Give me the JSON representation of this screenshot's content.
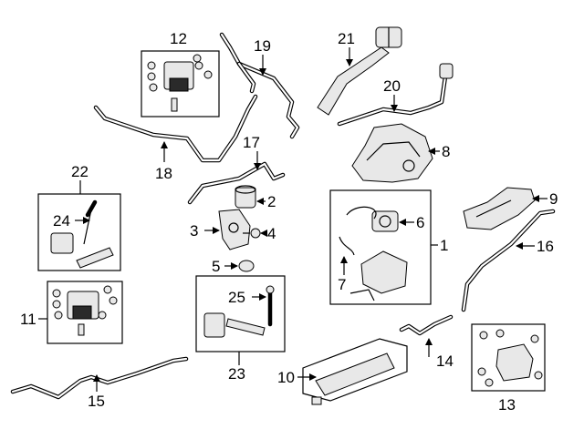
{
  "callouts": {
    "c1": "1",
    "c2": "2",
    "c3": "3",
    "c4": "4",
    "c5": "5",
    "c6": "6",
    "c7": "7",
    "c8": "8",
    "c9": "9",
    "c10": "10",
    "c11": "11",
    "c12": "12",
    "c13": "13",
    "c14": "14",
    "c15": "15",
    "c16": "16",
    "c17": "17",
    "c18": "18",
    "c19": "19",
    "c20": "20",
    "c21": "21",
    "c22": "22",
    "c23": "23",
    "c24": "24",
    "c25": "25"
  }
}
